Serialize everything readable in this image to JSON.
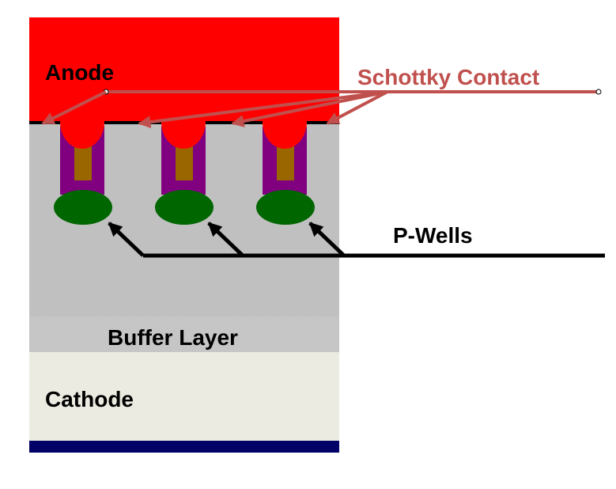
{
  "labels": {
    "anode": "Anode",
    "schottky_contact": "Schottky Contact",
    "p_wells": "P-Wells",
    "buffer_layer": "Buffer Layer",
    "cathode": "Cathode"
  },
  "colors": {
    "anode": "#ff0000",
    "drift": "#c0c0c0",
    "buffer": "#c8c8c8",
    "cathode": "#ecebe1",
    "base_strip": "#000066",
    "trench_outer": "#800080",
    "trench_core": "#996600",
    "p_well": "#006600",
    "schottky_label": "#c0504d",
    "schottky_arrow": "#c0504d",
    "pwell_arrow": "#000000"
  }
}
